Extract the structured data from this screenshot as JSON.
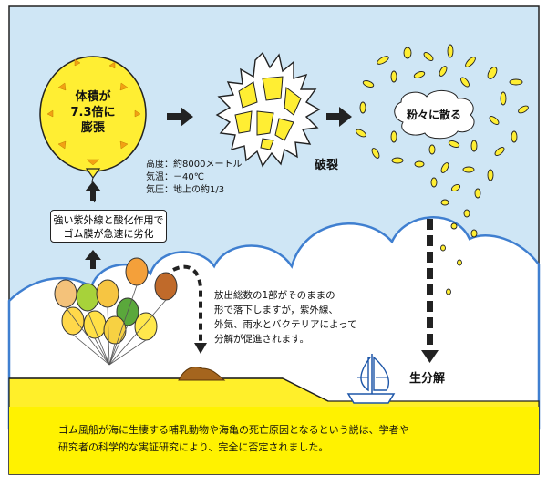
{
  "balloon": {
    "lines": [
      "体積が",
      "7.3倍に",
      "膨張"
    ]
  },
  "altitude": {
    "height": "高度：約8000メートル",
    "temp": "気温：－40℃",
    "pressure": "気圧：地上の約1/3"
  },
  "burst": "破裂",
  "scatter": "粉々に散る",
  "uv_box": {
    "line1": "強い紫外線と酸化作用で",
    "line2": "ゴム膜が急速に劣化"
  },
  "fall_text": [
    "放出総数の1部がそのままの",
    "形で落下しますが，紫外線、",
    "外気、雨水とバクテリアによって",
    "分解が促進されます。"
  ],
  "biodegrade": "生分解",
  "footer": [
    "ゴム風船が海に生棲する哺乳動物や海亀の死亡原因となるという説は、学者や",
    "研究者の科学的な実証研究により、完全に否定されました。"
  ],
  "colors": {
    "sky": "#cfe6f5",
    "yellow": "#fff200",
    "ground": "#ffef2a",
    "cloud_edge": "#3f7fd0",
    "balloon_yellow": "#ffee33",
    "accent": "#222222"
  }
}
